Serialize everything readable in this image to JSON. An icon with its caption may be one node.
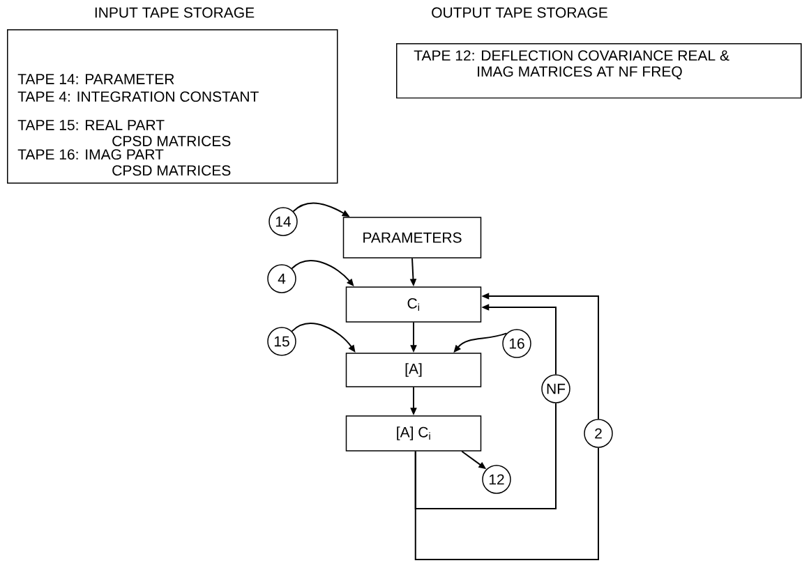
{
  "diagram": {
    "nodes": [
      {
        "text": [
          "INPUT TAPE STORAGE",
          "TAPE 14: PARAMETER",
          "TAPE 4: INTEGRATION CONSTANT",
          "TAPE 15: REAL PART CPSD MATRICES",
          "TAPE 16: IMAG PART CPSD MATRICES"
        ]
      },
      {
        "text": [
          "OUTPUT TAPE STORAGE",
          "TAPE 12: DEFLECTION COVARIANCE REAL & IMAG MATRICES AT NF FREQ"
        ]
      },
      {
        "text": [
          "14"
        ]
      },
      {
        "text": [
          "PARAMETERS"
        ]
      },
      {
        "text": [
          "4"
        ]
      },
      {
        "text": [
          "C$_{i}$"
        ]
      },
      {
        "text": [
          "15"
        ]
      },
      {
        "text": [
          "16"
        ]
      },
      {
        "text": [
          "[A]"
        ]
      },
      {
        "text": [
          "[A] C$_{i}$"
        ]
      },
      {
        "text": [
          "12"
        ]
      },
      {
        "text": [
          "NF"
        ]
      },
      {
        "text": [
          "2"
        ]
      }
    ],
    "edges": [
      {
        "from": 2,
        "to": 3,
        "arrow": "to"
      },
      {
        "from": 3,
        "to": 5,
        "arrow": "to"
      },
      {
        "from": 4,
        "to": 5,
        "arrow": "to"
      },
      {
        "from": 5,
        "to": 8,
        "arrow": "to"
      },
      {
        "from": 6,
        "to": 8,
        "arrow": "to"
      },
      {
        "from": 7,
        "to": 8,
        "arrow": "to"
      },
      {
        "from": 8,
        "to": 9,
        "arrow": "to"
      },
      {
        "from": 9,
        "to": 10,
        "arrow": "to"
      },
      {
        "from": 9,
        "to": 11,
        "arrow": "none"
      },
      {
        "from": 11,
        "to": 5,
        "arrow": "to"
      },
      {
        "from": 9,
        "to": 12,
        "arrow": "none"
      },
      {
        "from": 12,
        "to": 5,
        "arrow": "to"
      }
    ]
  }
}
